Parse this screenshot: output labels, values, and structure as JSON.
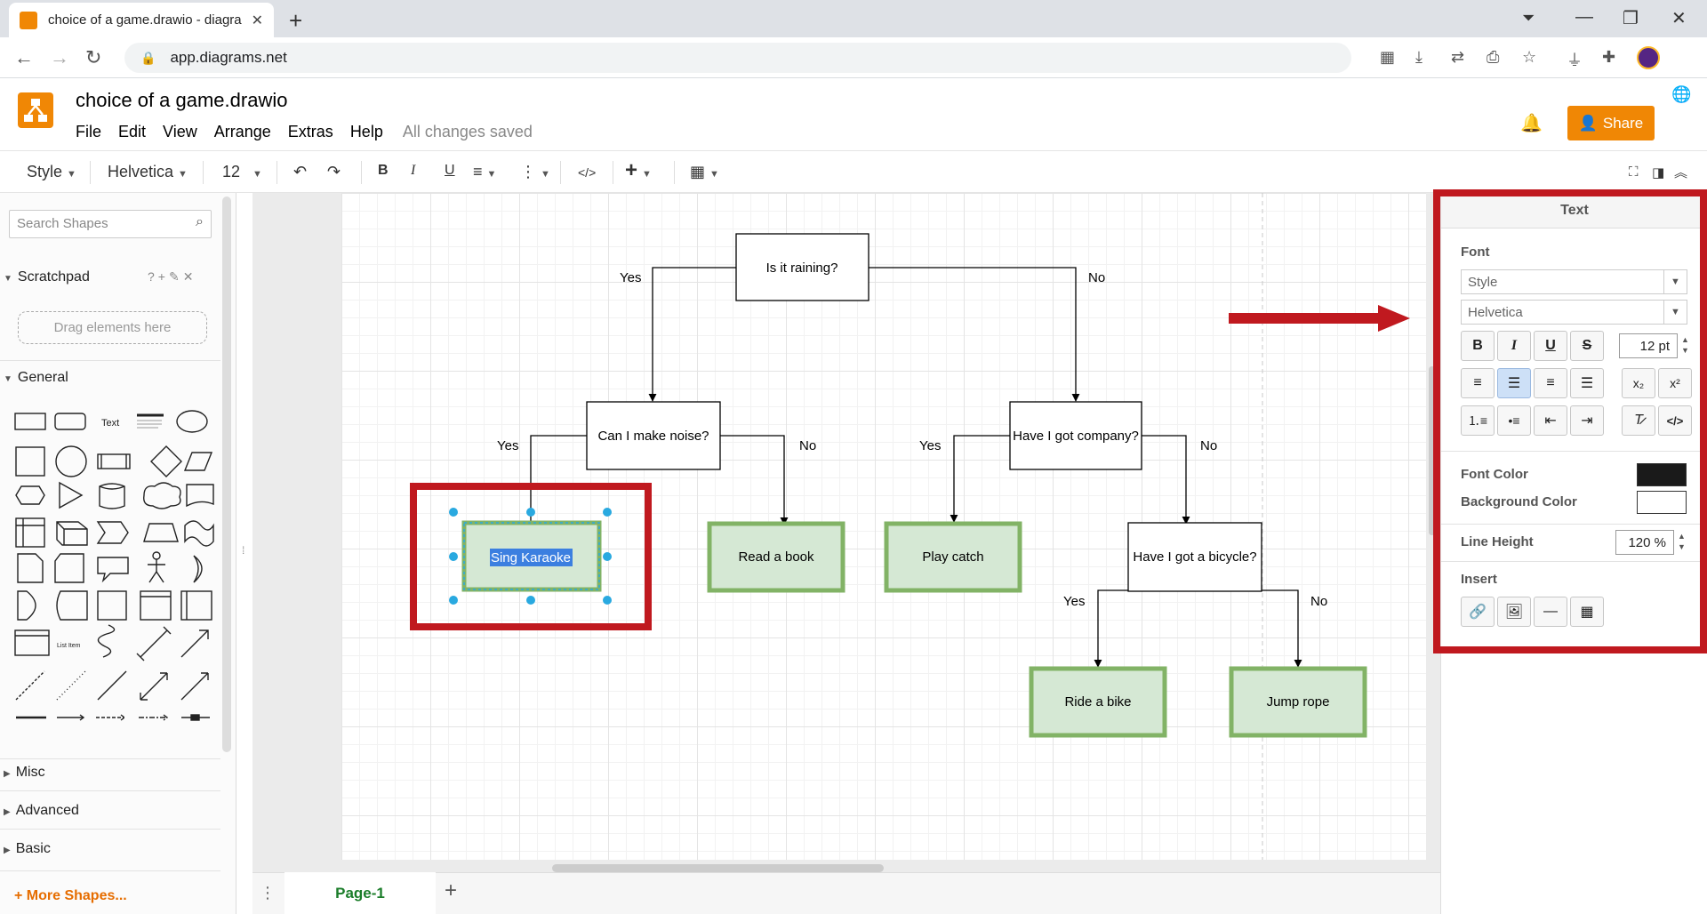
{
  "browser": {
    "tab_title": "choice of a game.drawio - diagra",
    "url": "app.diagrams.net"
  },
  "app": {
    "doc_title": "choice of a game.drawio",
    "menu": [
      "File",
      "Edit",
      "View",
      "Arrange",
      "Extras",
      "Help"
    ],
    "save_status": "All changes saved",
    "share_label": "Share"
  },
  "toolbar": {
    "style_label": "Style",
    "font_label": "Helvetica",
    "size_label": "12"
  },
  "sidebar": {
    "search_placeholder": "Search Shapes",
    "scratchpad_label": "Scratchpad",
    "scratchpad_tools": "?+✎✕",
    "drag_hint": "Drag elements here",
    "general_label": "General",
    "text_shape_label": "Text",
    "listitem_label": "List Item",
    "sections": [
      "Misc",
      "Advanced",
      "Basic"
    ],
    "more_shapes": "+ More Shapes..."
  },
  "diagram": {
    "nodes": {
      "raining": "Is it raining?",
      "noise": "Can I make noise?",
      "company": "Have I got company?",
      "bicycle": "Have I got a bicycle?",
      "karaoke": "Sing Karaoke",
      "book": "Read a book",
      "catch": "Play catch",
      "bike": "Ride a bike",
      "rope": "Jump rope"
    },
    "edge_labels": {
      "yes": "Yes",
      "no": "No"
    },
    "colors": {
      "leaf_fill": "#d5e8d4",
      "leaf_stroke": "#82b366",
      "selection": "#29a9e0"
    }
  },
  "page_tab": "Page-1",
  "format_panel": {
    "title": "Text",
    "font_label": "Font",
    "style_select": "Style",
    "font_select": "Helvetica",
    "font_size": "12 pt",
    "font_color_label": "Font Color",
    "background_color_label": "Background Color",
    "line_height_label": "Line Height",
    "line_height": "120 %",
    "insert_label": "Insert",
    "font_color": "#1a1a1a",
    "background_color": "#ffffff"
  },
  "annotation": {
    "highlight_color": "#c0191f"
  }
}
